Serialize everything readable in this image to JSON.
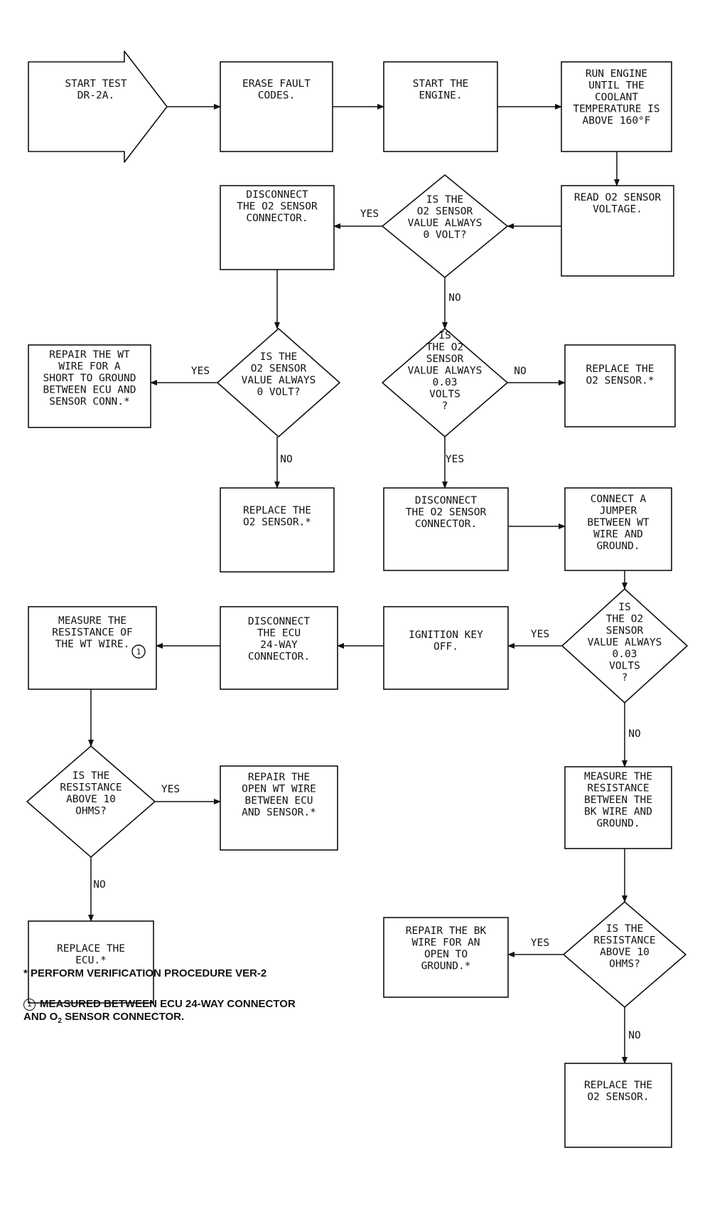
{
  "nodes": {
    "start": [
      "START TEST",
      "DR-2A."
    ],
    "erase": [
      "ERASE FAULT",
      "CODES."
    ],
    "startEngine": [
      "START THE",
      "ENGINE."
    ],
    "runEngine": [
      "RUN ENGINE",
      "UNTIL THE",
      "COOLANT",
      "TEMPERATURE IS",
      "ABOVE 160°F"
    ],
    "readO2": [
      "READ O2 SENSOR",
      "VOLTAGE."
    ],
    "d1": [
      "IS THE",
      "O2 SENSOR",
      "VALUE ALWAYS",
      "0 VOLT?"
    ],
    "disc1": [
      "DISCONNECT",
      "THE O2 SENSOR",
      "CONNECTOR."
    ],
    "d2": [
      "IS THE",
      "O2 SENSOR",
      "VALUE ALWAYS",
      "0 VOLT?"
    ],
    "repairWtShort": [
      "REPAIR THE WT",
      "WIRE FOR A",
      "SHORT TO GROUND",
      "BETWEEN ECU AND",
      "SENSOR CONN.*"
    ],
    "replaceO2a": [
      "REPLACE THE",
      "O2 SENSOR.*"
    ],
    "d3": [
      "IS",
      "THE O2",
      "SENSOR",
      "VALUE ALWAYS",
      "0.03",
      "VOLTS",
      "?"
    ],
    "replaceO2b": [
      "REPLACE THE",
      "O2 SENSOR.*"
    ],
    "disc2": [
      "DISCONNECT",
      "THE O2 SENSOR",
      "CONNECTOR."
    ],
    "jumper": [
      "CONNECT A",
      "JUMPER",
      "BETWEEN WT",
      "WIRE AND",
      "GROUND."
    ],
    "d4": [
      "IS",
      "THE O2",
      "SENSOR",
      "VALUE ALWAYS",
      "0.03",
      "VOLTS",
      "?"
    ],
    "ignition": [
      "IGNITION KEY",
      "OFF."
    ],
    "discEcu": [
      "DISCONNECT",
      "THE ECU",
      "24-WAY",
      "CONNECTOR."
    ],
    "measureWt": [
      "MEASURE THE",
      "RESISTANCE OF",
      "THE WT WIRE."
    ],
    "measureWtMarker": "1",
    "d5": [
      "IS THE",
      "RESISTANCE",
      "ABOVE 10",
      "OHMS?"
    ],
    "repairOpenWt": [
      "REPAIR THE",
      "OPEN WT WIRE",
      "BETWEEN ECU",
      "AND SENSOR.*"
    ],
    "replaceEcu": [
      "REPLACE THE",
      "ECU.*"
    ],
    "measureBk": [
      "MEASURE THE",
      "RESISTANCE",
      "BETWEEN THE",
      "BK WIRE AND",
      "GROUND."
    ],
    "d6": [
      "IS THE",
      "RESISTANCE",
      "ABOVE 10",
      "OHMS?"
    ],
    "repairBk": [
      "REPAIR THE BK",
      "WIRE FOR AN",
      "OPEN TO",
      "GROUND.*"
    ],
    "replaceO2c": [
      "REPLACE THE",
      "O2 SENSOR."
    ]
  },
  "edge_labels": {
    "d1_yes": "YES",
    "d1_no": "NO",
    "d2_yes": "YES",
    "d2_no": "NO",
    "d3_no": "NO",
    "d3_yes": "YES",
    "d4_yes": "YES",
    "d4_no": "NO",
    "d5_yes": "YES",
    "d5_no": "NO",
    "d6_yes": "YES",
    "d6_no": "NO"
  },
  "notes": {
    "asterisk": "* PERFORM VERIFICATION PROCEDURE VER-2",
    "marker": "1",
    "measured_line1": "MEASURED BETWEEN ECU 24-WAY CONNECTOR",
    "measured_line2_pre": "AND O",
    "measured_sub": "2",
    "measured_line2_post": " SENSOR CONNECTOR."
  },
  "colors": {
    "ink": "#111111",
    "paper": "#ffffff"
  }
}
